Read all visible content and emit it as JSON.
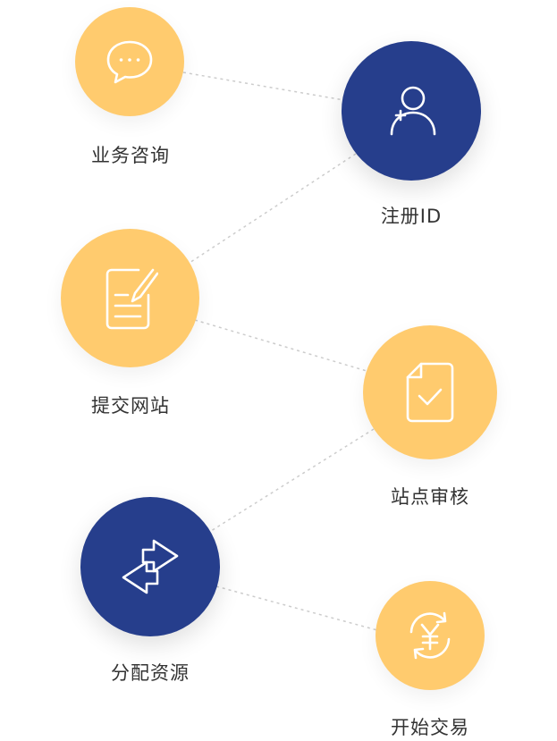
{
  "colors": {
    "accent_yellow": "#FFCB6E",
    "accent_blue": "#263E8C",
    "icon_stroke": "#ffffff",
    "label_text": "#333333",
    "connector": "#cccccc"
  },
  "steps": [
    {
      "label": "业务咨询",
      "icon": "chat-bubble-icon",
      "color": "yellow"
    },
    {
      "label": "注册ID",
      "icon": "add-user-icon",
      "color": "blue"
    },
    {
      "label": "提交网站",
      "icon": "edit-document-icon",
      "color": "yellow"
    },
    {
      "label": "站点审核",
      "icon": "document-check-icon",
      "color": "yellow"
    },
    {
      "label": "分配资源",
      "icon": "exchange-arrows-icon",
      "color": "blue"
    },
    {
      "label": "开始交易",
      "icon": "yuan-cycle-icon",
      "color": "yellow"
    }
  ]
}
